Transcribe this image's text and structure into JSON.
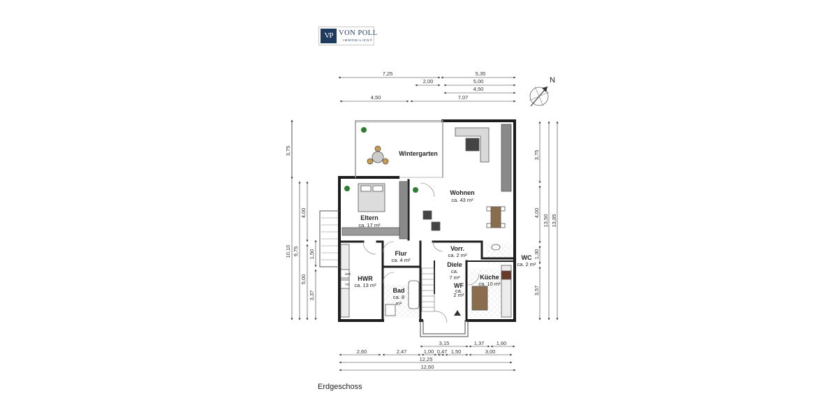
{
  "logo": {
    "mark": "VP",
    "name": "VON POLL",
    "sub": "IMMOBILIEN®"
  },
  "floor_label": "Erdgeschoss",
  "compass": {
    "label": "N"
  },
  "rooms": {
    "wintergarten": {
      "name": "Wintergarten"
    },
    "wohnen": {
      "name": "Wohnen",
      "area": "ca. 43 m²"
    },
    "eltern": {
      "name": "Eltern",
      "area": "ca. 17 m²"
    },
    "flur": {
      "name": "Flur",
      "area": "ca. 4 m²"
    },
    "vorr": {
      "name": "Vorr.",
      "area": "ca. 2 m²"
    },
    "wc": {
      "name": "WC",
      "area": "ca. 2 m²"
    },
    "diele": {
      "name": "Diele",
      "area_1": "ca.",
      "area_2": "7 m²"
    },
    "hwr": {
      "name": "HWR",
      "area": "ca. 13 m²"
    },
    "bad": {
      "name": "Bad",
      "area_1": "ca. 8",
      "area_2": "m²"
    },
    "wf": {
      "name": "WF",
      "area_1": "ca.",
      "area_2": "2 m²"
    },
    "kueche": {
      "name": "Küche",
      "area": "ca. 10 m²"
    }
  },
  "appliances": {
    "wm": "WM",
    "tr": "TR"
  },
  "dimensions": {
    "top_1": [
      "7,25",
      "5,35"
    ],
    "top_2": [
      "2,00",
      "5,00"
    ],
    "top_3": [
      "4,50"
    ],
    "top_4": [
      "4,50",
      "7,07"
    ],
    "bottom_1": [
      "3,15",
      "1,37",
      "1,60"
    ],
    "bottom_2": [
      "2,60",
      "2,47",
      "1,00",
      "0,47",
      "1,50",
      "3,00"
    ],
    "bottom_3": [
      "12,25"
    ],
    "bottom_4": [
      "12,60"
    ],
    "left_1": [
      "10,10"
    ],
    "left_2": [
      "3,75"
    ],
    "left_3": [
      "9,75"
    ],
    "left_4": [
      "4,00",
      "5,00"
    ],
    "left_5": [
      "1,50",
      "3,37"
    ],
    "right_1": [
      "3,75",
      "4,00",
      "1,30",
      "3,57"
    ],
    "right_2": [
      "13,50"
    ],
    "right_3": [
      "13,85"
    ]
  }
}
